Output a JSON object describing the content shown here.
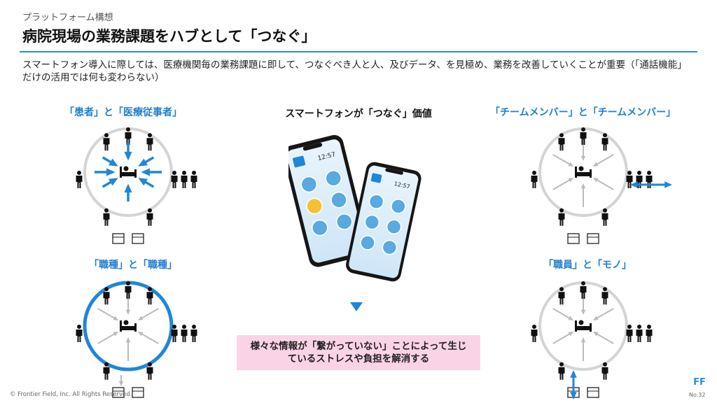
{
  "header": {
    "breadcrumb": "プラットフォーム構想",
    "title": "病院現場の業務課題をハブとして「つなぐ」"
  },
  "intro": {
    "text": "スマートフォン導入に際しては、医療機関毎の業務課題に即して、つなぐべき人と人、及びデータ、を見極め、業務を改善していくことが重要（「通話機能」だけの活用では何も変わらない）"
  },
  "diagrams": [
    {
      "label": "「患者」と「医療従事者」"
    },
    {
      "label": "「職種」と「職種」"
    },
    {
      "label": "「チームメンバー」と「チームメンバー」"
    },
    {
      "label": "「職員」と「モノ」"
    }
  ],
  "center": {
    "heading": "スマートフォンが「つなぐ」価値",
    "phone_time": "12:57",
    "callout": "様々な情報が「繋がっていない」ことによって生じているストレスや負担を解消する"
  },
  "footer": {
    "copyright": "© Frontier Field, Inc. All Rights Reserved.",
    "logo_text": "FF",
    "page_number": "No.32"
  },
  "colors": {
    "accent_blue": "#1f86d8",
    "title_rule": "#2b8fd6",
    "callout_bg": "#fbd3e6",
    "ring_gray": "#d4d4d4"
  }
}
